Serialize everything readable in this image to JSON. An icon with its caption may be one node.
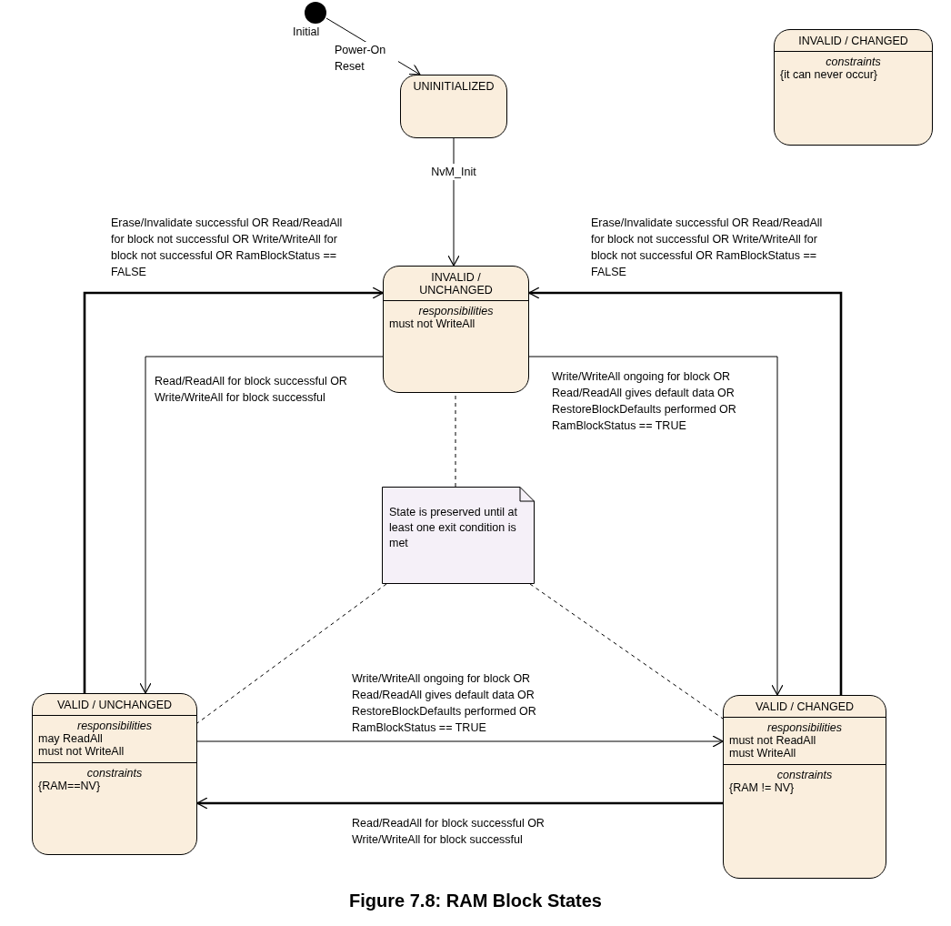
{
  "diagram": {
    "caption": "Figure 7.8: RAM Block States",
    "nodes": [
      {
        "text": [],
        "shape": "circle",
        "beside": [
          "Initial"
        ]
      },
      {
        "text": [
          "UNINITIALIZED"
        ]
      },
      {
        "text": [
          "INVALID / CHANGED",
          "constraints",
          "{it can never occur}"
        ]
      },
      {
        "text": [
          "INVALID / UNCHANGED",
          "responsibilities",
          "must not WriteAll"
        ]
      },
      {
        "text": [
          "State is preserved until at least one exit condition is met"
        ]
      },
      {
        "text": [
          "VALID / UNCHANGED",
          "responsibilities",
          "may ReadAll",
          "must not WriteAll",
          "constraints",
          "{RAM==NV}"
        ]
      },
      {
        "text": [
          "VALID / CHANGED",
          "responsibilities",
          "must not ReadAll",
          "must WriteAll",
          "constraints",
          "{RAM != NV}"
        ]
      }
    ],
    "edges": [
      {
        "from": 0,
        "to": 1,
        "arrow": "to",
        "label": "Power-On Reset"
      },
      {
        "from": 1,
        "to": 3,
        "arrow": "to",
        "label": "NvM_Init"
      },
      {
        "from": 5,
        "to": 3,
        "arrow": "to",
        "style": "thick",
        "label": "Erase/Invalidate successful OR Read/ReadAll for block not successful OR Write/WriteAll for block not successful OR RamBlockStatus == FALSE"
      },
      {
        "from": 6,
        "to": 3,
        "arrow": "to",
        "style": "thick",
        "label": "Erase/Invalidate successful OR Read/ReadAll for block not successful OR Write/WriteAll for block not successful OR RamBlockStatus == FALSE"
      },
      {
        "from": 3,
        "to": 5,
        "arrow": "to",
        "label": "Read/ReadAll for block successful OR Write/WriteAll for block successful"
      },
      {
        "from": 3,
        "to": 6,
        "arrow": "to",
        "label": "Write/WriteAll ongoing for block OR Read/ReadAll gives default data OR RestoreBlockDefaults performed OR RamBlockStatus == TRUE"
      },
      {
        "from": 5,
        "to": 6,
        "arrow": "to",
        "label": "Write/WriteAll ongoing for block OR Read/ReadAll gives default data OR RestoreBlockDefaults performed OR RamBlockStatus == TRUE"
      },
      {
        "from": 6,
        "to": 5,
        "arrow": "to",
        "style": "thick",
        "label": "Read/ReadAll for block successful OR Write/WriteAll for block successful"
      },
      {
        "from": 4,
        "to": 3,
        "arrow": "none",
        "style": "dashed"
      },
      {
        "from": 4,
        "to": 5,
        "arrow": "none",
        "style": "dashed"
      },
      {
        "from": 4,
        "to": 6,
        "arrow": "none",
        "style": "dashed"
      }
    ]
  }
}
